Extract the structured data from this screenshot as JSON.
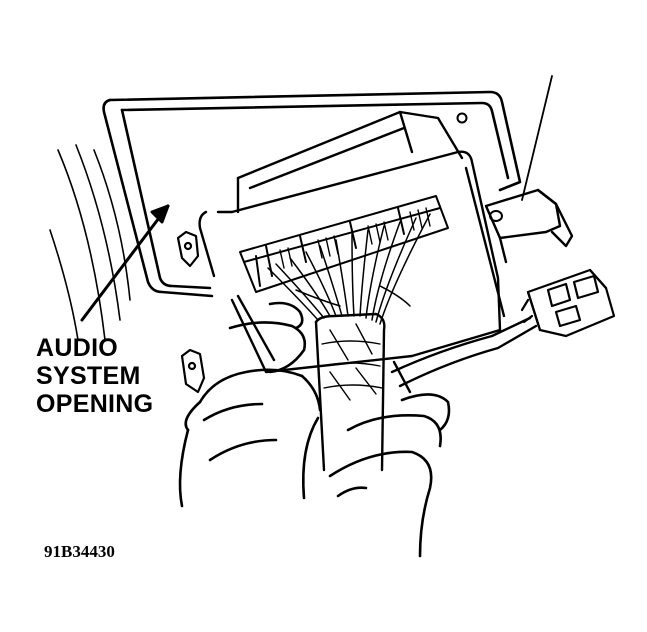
{
  "callout": {
    "line1": "AUDIO",
    "line2": "SYSTEM",
    "line3": "OPENING"
  },
  "figure_id": "91B34430",
  "colors": {
    "ink": "#000000",
    "paper": "#ffffff"
  },
  "icons": [
    "callout-arrow-icon"
  ]
}
